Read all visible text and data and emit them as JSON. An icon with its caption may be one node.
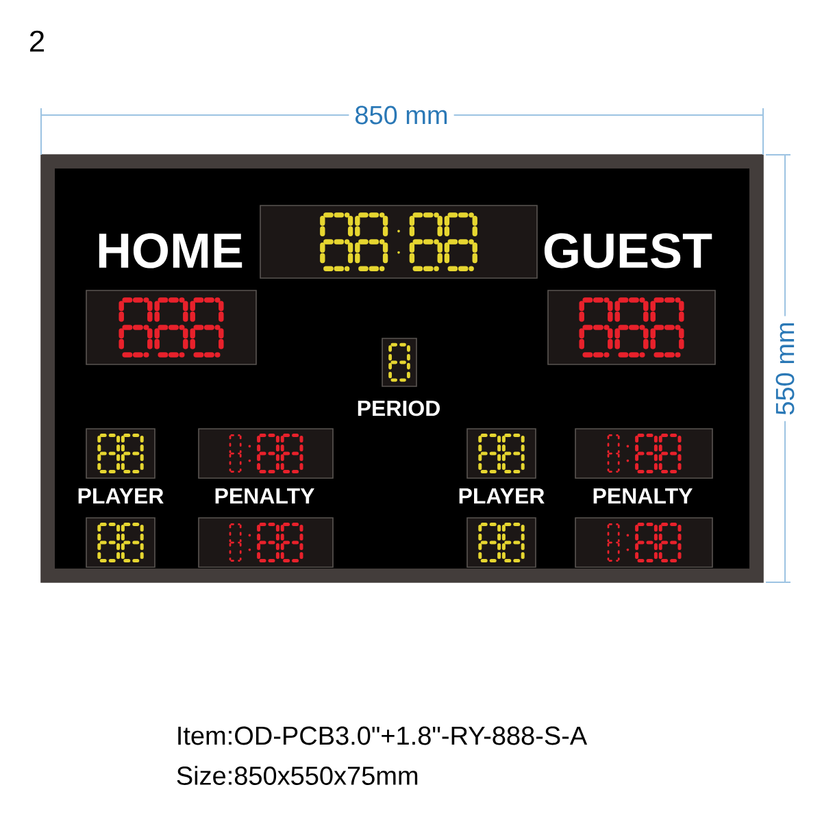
{
  "diagram": {
    "labels": [
      "2",
      "850 mm",
      "550 mm",
      "HOME",
      "GUEST",
      "PERIOD",
      "PLAYER",
      "PENALTY",
      "PLAYER",
      "PENALTY",
      "Item:OD-PCB3.0\"+1.8\"-RY-888-S-A",
      "Size:850x550x75mm"
    ]
  }
}
